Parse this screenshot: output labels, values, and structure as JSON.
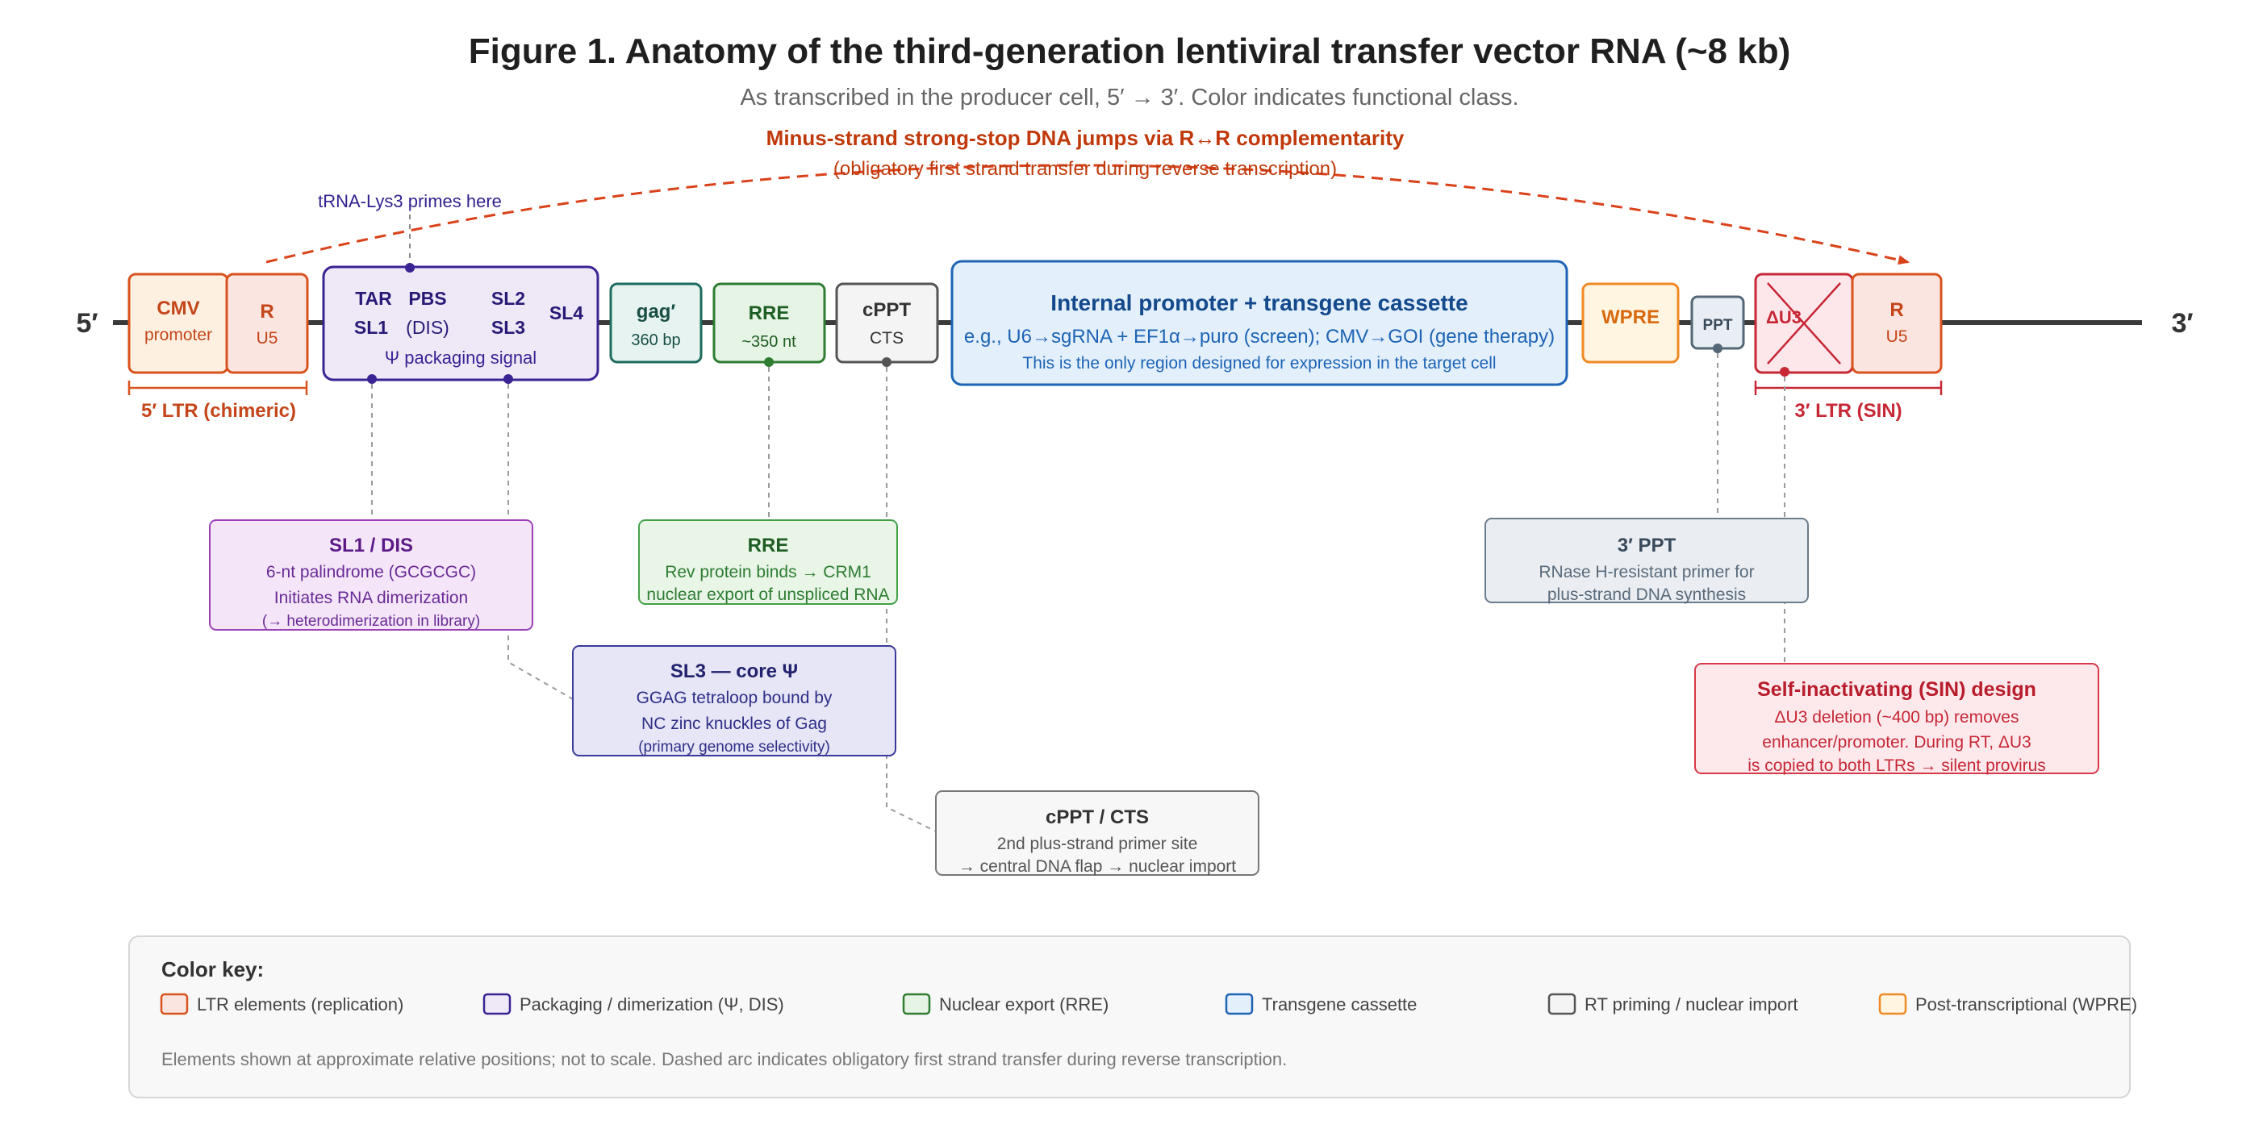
{
  "figure": {
    "title": "Figure 1. Anatomy of the third-generation lentiviral transfer vector RNA (~8 kb)",
    "subtitle": "As transcribed in the producer cell, 5′ → 3′. Color indicates functional class.",
    "end_5": "5′",
    "end_3": "3′"
  },
  "colors": {
    "ltr_stroke": "#d9531e",
    "ltr_fill": "#fdf0e1",
    "ltr_r_stroke": "#d9531e",
    "ltr_r_fill": "#fbe5e0",
    "psi_stroke": "#3b2394",
    "psi_fill": "#efe9f7",
    "gag_stroke": "#1e6b5f",
    "gag_fill": "#e6f3f1",
    "rre_stroke": "#2e7d32",
    "rre_fill": "#e6f4e5",
    "cppt_stroke": "#555555",
    "cppt_fill": "#f4f4f4",
    "cassette_stroke": "#1e64b4",
    "cassette_fill": "#e3f0fc",
    "wpre_stroke": "#f08a24",
    "wpre_fill": "#fff5e0",
    "ppt_stroke": "#556677",
    "ppt_fill": "#e8eef3",
    "sin_stroke": "#c62836",
    "sin_fill": "#fde7ea",
    "arc": "#d9421a"
  },
  "arc": {
    "line1": "Minus-strand strong-stop DNA jumps via R↔R complementarity",
    "line2": "(obligatory first strand transfer during reverse transcription)"
  },
  "trna_label": "tRNA-Lys3 primes here",
  "elements": {
    "cmv": {
      "line1": "CMV",
      "line2": "promoter"
    },
    "r5": {
      "line1": "R",
      "line2": "U5"
    },
    "psi": {
      "tar": "TAR",
      "pbs": "PBS",
      "sl2": "SL2",
      "sl1": "SL1",
      "dis": "(DIS)",
      "sl3": "SL3",
      "sl4": "SL4",
      "caption": "Ψ packaging signal"
    },
    "gag": {
      "line1": "gag′",
      "line2": "360 bp"
    },
    "rre": {
      "line1": "RRE",
      "line2": "~350 nt"
    },
    "cppt": {
      "line1": "cPPT",
      "line2": "CTS"
    },
    "cassette": {
      "line1": "Internal promoter + transgene cassette",
      "line2": "e.g., U6→sgRNA + EF1α→puro (screen); CMV→GOI (gene therapy)",
      "line3": "This is the only region designed for expression in the target cell"
    },
    "wpre": {
      "line1": "WPRE"
    },
    "ppt": {
      "line1": "PPT"
    },
    "du3": {
      "line1": "ΔU3"
    },
    "r3": {
      "line1": "R",
      "line2": "U5"
    }
  },
  "brackets": {
    "ltr5": "5′ LTR (chimeric)",
    "ltr3": "3′ LTR (SIN)"
  },
  "callouts": {
    "sl1": {
      "title": "SL1 / DIS",
      "lines": [
        "6-nt palindrome (GCGCGC)",
        "Initiates RNA dimerization",
        "(→ heterodimerization in library)"
      ]
    },
    "sl3": {
      "title": "SL3 — core Ψ",
      "lines": [
        "GGAG tetraloop bound by",
        "NC zinc knuckles of Gag",
        "(primary genome selectivity)"
      ]
    },
    "rre": {
      "title": "RRE",
      "lines": [
        "Rev protein binds → CRM1",
        "nuclear export of unspliced RNA"
      ]
    },
    "cppt": {
      "title": "cPPT / CTS",
      "lines": [
        "2nd plus-strand primer site",
        "→ central DNA flap → nuclear import"
      ]
    },
    "ppt": {
      "title": "3′ PPT",
      "lines": [
        "RNase H-resistant primer for",
        "plus-strand DNA synthesis"
      ]
    },
    "sin": {
      "title": "Self-inactivating (SIN) design",
      "lines": [
        "ΔU3 deletion (~400 bp) removes",
        "enhancer/promoter. During RT, ΔU3",
        "is copied to both LTRs → silent provirus"
      ]
    }
  },
  "legend": {
    "title": "Color key:",
    "items": [
      {
        "label": "LTR elements (replication)",
        "stroke": "#d9531e",
        "fill": "#fbe5e0"
      },
      {
        "label": "Packaging / dimerization (Ψ, DIS)",
        "stroke": "#3b2394",
        "fill": "#efe9f7"
      },
      {
        "label": "Nuclear export (RRE)",
        "stroke": "#2e7d32",
        "fill": "#e6f4e5"
      },
      {
        "label": "Transgene cassette",
        "stroke": "#1e64b4",
        "fill": "#e3f0fc"
      },
      {
        "label": "RT priming / nuclear import",
        "stroke": "#555555",
        "fill": "#f4f4f4"
      },
      {
        "label": "Post-transcriptional (WPRE)",
        "stroke": "#f08a24",
        "fill": "#fff5e0"
      }
    ],
    "footnote": "Elements shown at approximate relative positions; not to scale. Dashed arc indicates obligatory first strand transfer during reverse transcription."
  }
}
